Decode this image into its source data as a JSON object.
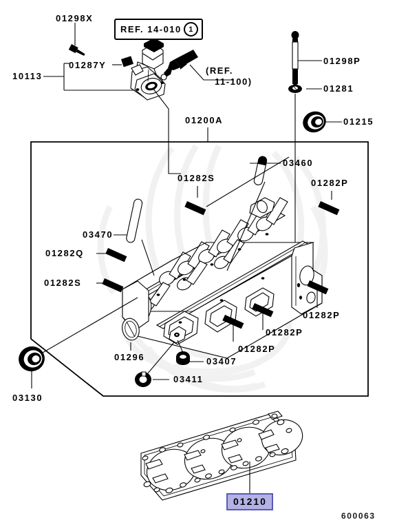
{
  "diagram": {
    "number": "600063",
    "reference_box": {
      "text": "REF. 14-010",
      "circle_num": "1"
    },
    "reference_note": {
      "line1": "(REF.",
      "line2": "11-100)"
    },
    "group_label": "10113",
    "frame_label": "01200A",
    "highlighted_part": "01210"
  },
  "parts": {
    "bolt_upper_left": "01298X",
    "gasket_ring": "01287Y",
    "long_bolt": "01298P",
    "washer": "01281",
    "seal_ring": "01215",
    "dowel_top_left": "01282S",
    "dowel_top_right": "01282P",
    "stud_long": "03470",
    "stud_short": "03460",
    "dowel_mid_left": "01282Q",
    "dowel_lower_left": "01282S",
    "dowel_right_upper": "01282P",
    "dowel_right_lower": "01282P",
    "dowel_bottom": "01282P",
    "plug_cap": "01296",
    "valve_seal": "03407",
    "retainer": "03411",
    "oil_seal": "03130"
  },
  "colors": {
    "line": "#000000",
    "highlight_fill": "#b2b2e6",
    "highlight_border": "#5a5ab4",
    "watermark": "#f0f0f0"
  }
}
